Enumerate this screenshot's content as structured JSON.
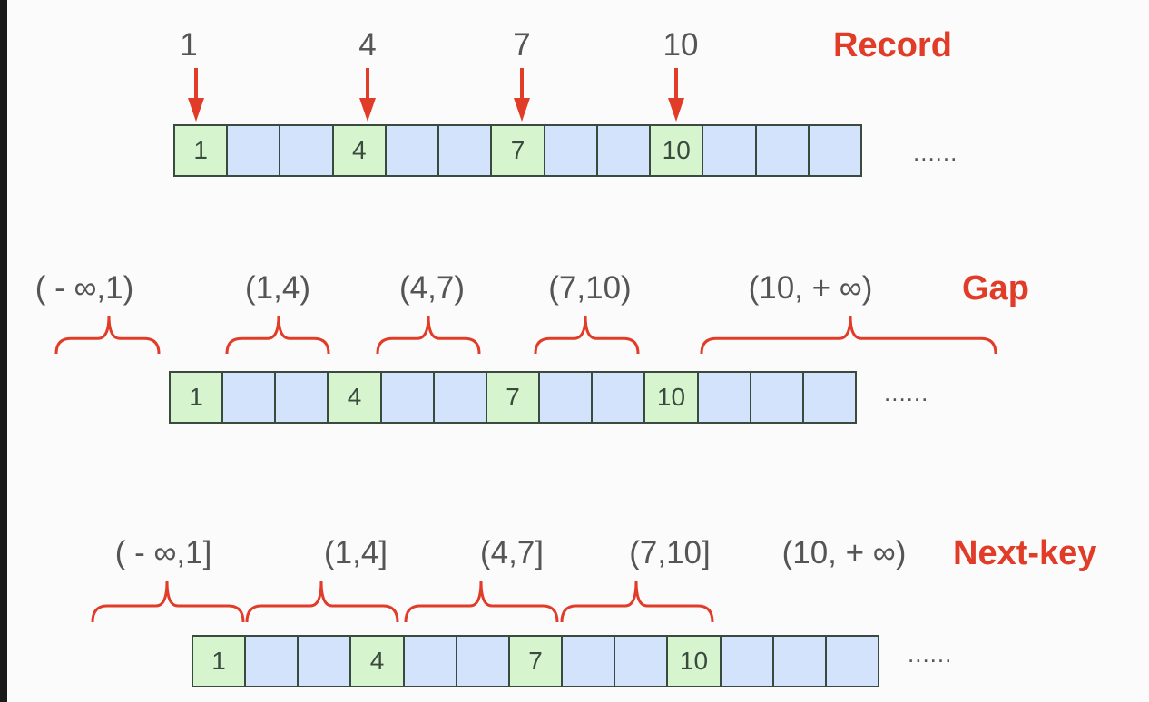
{
  "cells": [
    "1",
    "",
    "",
    "4",
    "",
    "",
    "7",
    "",
    "",
    "10",
    "",
    "",
    ""
  ],
  "ellipsis": "......",
  "record": {
    "title": "Record",
    "labels": [
      "1",
      "4",
      "7",
      "10"
    ]
  },
  "gap": {
    "title": "Gap",
    "labels": [
      "( - ∞,1)",
      "(1,4)",
      "(4,7)",
      "(7,10)",
      "(10,  + ∞)"
    ]
  },
  "nextkey": {
    "title": "Next-key",
    "labels": [
      "( - ∞,1]",
      "(1,4]",
      "(4,7]",
      "(7,10]",
      "(10,  + ∞)"
    ]
  },
  "colors": {
    "accent": "#e03c28",
    "key_cell": "#d6f5cf",
    "gap_cell": "#d3e3fb",
    "border": "#3b4a3f"
  }
}
